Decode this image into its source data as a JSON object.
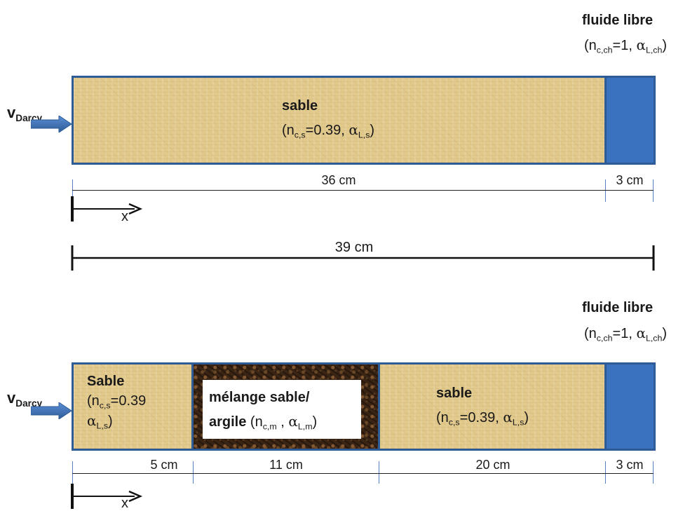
{
  "top": {
    "free_fluid": {
      "title": "fluide libre",
      "params": "(n",
      "sub1": "c,ch",
      "mid": "=1, ",
      "alpha": "α",
      "sub2": "L,ch",
      "end": ")"
    },
    "inlet": {
      "v": "v",
      "sub": "Darcy"
    },
    "sand": {
      "title": "sable",
      "params": "(n",
      "sub1": "c,s",
      "mid": "=0.39, ",
      "alpha": "α",
      "sub2": "L,s",
      "end": ")"
    },
    "dims": {
      "d1": "36 cm",
      "d2": "3 cm",
      "total": "39 cm",
      "axis": "x"
    }
  },
  "bottom": {
    "free_fluid": {
      "title": "fluide libre",
      "params": "(n",
      "sub1": "c,ch",
      "mid": "=1, ",
      "alpha": "α",
      "sub2": "L,ch",
      "end": ")"
    },
    "inlet": {
      "v": "v",
      "sub": "Darcy"
    },
    "sand1": {
      "title": "Sable",
      "params": "(n",
      "sub1": "c,s",
      "mid": "=0.39",
      "alpha": "α",
      "sub2": "L,s",
      "end": ")"
    },
    "mix": {
      "line1": "mélange sable/",
      "line2_bold": "argile",
      "params": " (n",
      "sub1": "c,m",
      "mid": " , ",
      "alpha": "α",
      "sub2": "L,m",
      "end": ")"
    },
    "sand2": {
      "title": "sable",
      "params": "(n",
      "sub1": "c,s",
      "mid": "=0.39, ",
      "alpha": "α",
      "sub2": "L,s",
      "end": ")"
    },
    "dims": {
      "d1": "5 cm",
      "d2": "11 cm",
      "d3": "20 cm",
      "d4": "3 cm",
      "axis": "x"
    }
  }
}
